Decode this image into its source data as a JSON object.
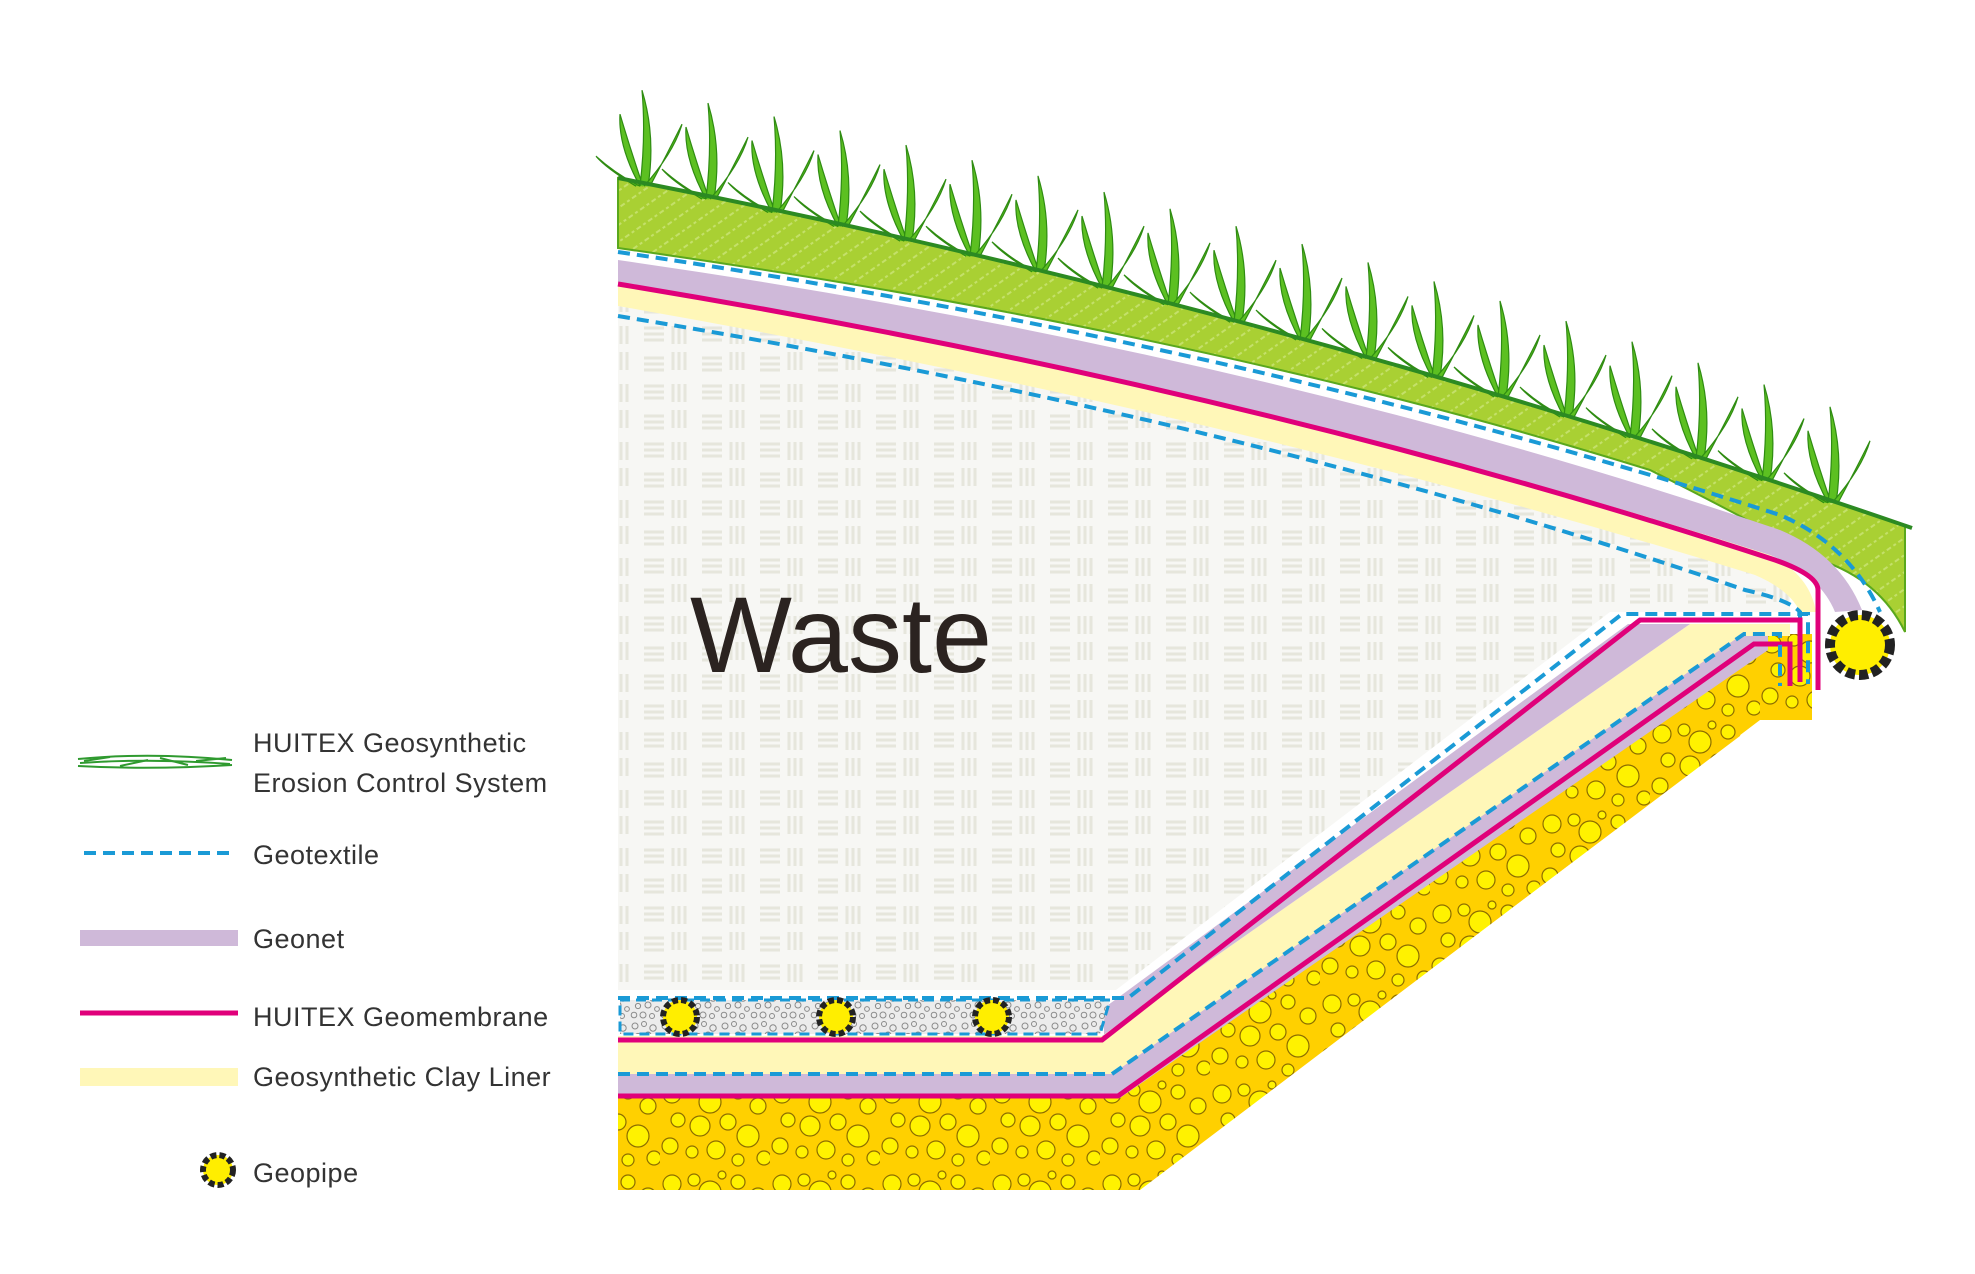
{
  "diagram": {
    "main_label": "Waste",
    "colors": {
      "erosion_control": "#9ecb2d",
      "geotextile": "#1a9ad6",
      "geonet": "#cfb9d9",
      "geomembrane": "#e0007a",
      "clay_liner": "#fff7b8",
      "subgrade": "#ffd000",
      "geopipe": "#ffee00",
      "waste_fill": "#f7f7f4"
    }
  },
  "legend": {
    "items": [
      {
        "label_line1": "HUITEX Geosynthetic",
        "label_line2": "Erosion Control System",
        "icon": "grass-line-icon"
      },
      {
        "label": "Geotextile",
        "icon": "dashed-line-icon"
      },
      {
        "label": "Geonet",
        "icon": "purple-band-icon"
      },
      {
        "label": "HUITEX Geomembrane",
        "icon": "magenta-line-icon"
      },
      {
        "label": "Geosynthetic Clay Liner",
        "icon": "yellow-band-icon"
      },
      {
        "label": "Geopipe",
        "icon": "geopipe-icon"
      }
    ]
  }
}
